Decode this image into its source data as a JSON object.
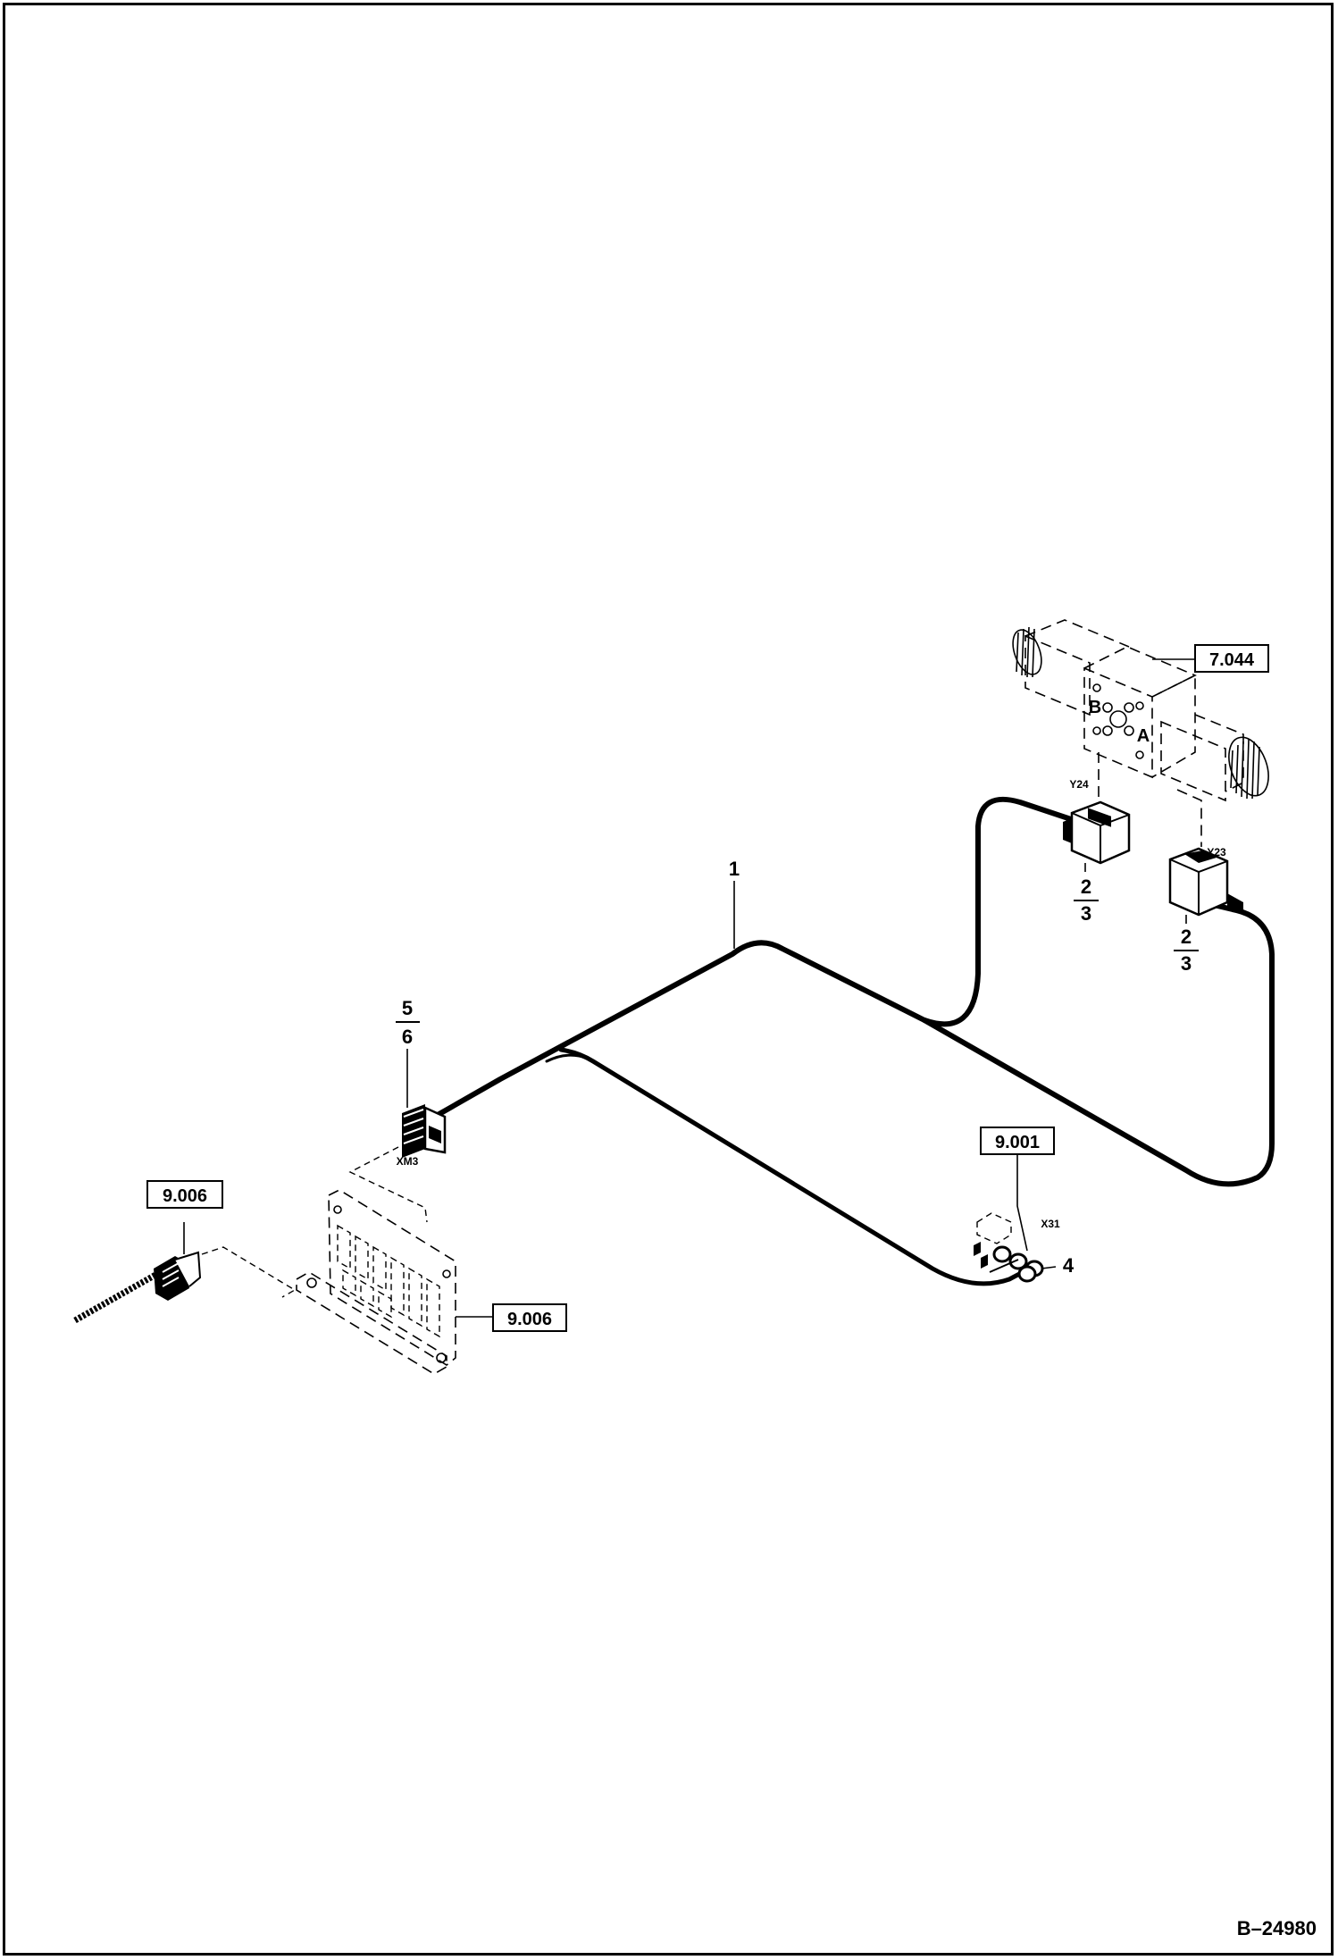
{
  "callouts": {
    "item_1": "1",
    "item_4": "4",
    "fraction_5_6": {
      "top": "5",
      "bottom": "6"
    },
    "fraction_y24": {
      "top": "2",
      "bottom": "3"
    },
    "fraction_y23": {
      "top": "2",
      "bottom": "3"
    }
  },
  "references": {
    "valve": "7.044",
    "connector_x31": "9.001",
    "plug_left": "9.006",
    "fuse_panel": "9.006"
  },
  "connector_labels": {
    "y24": "Y24",
    "y23": "Y23",
    "xm3": "XM3",
    "x31": "X31",
    "port_a": "A",
    "port_b": "B"
  },
  "figure_id": "B–24980"
}
